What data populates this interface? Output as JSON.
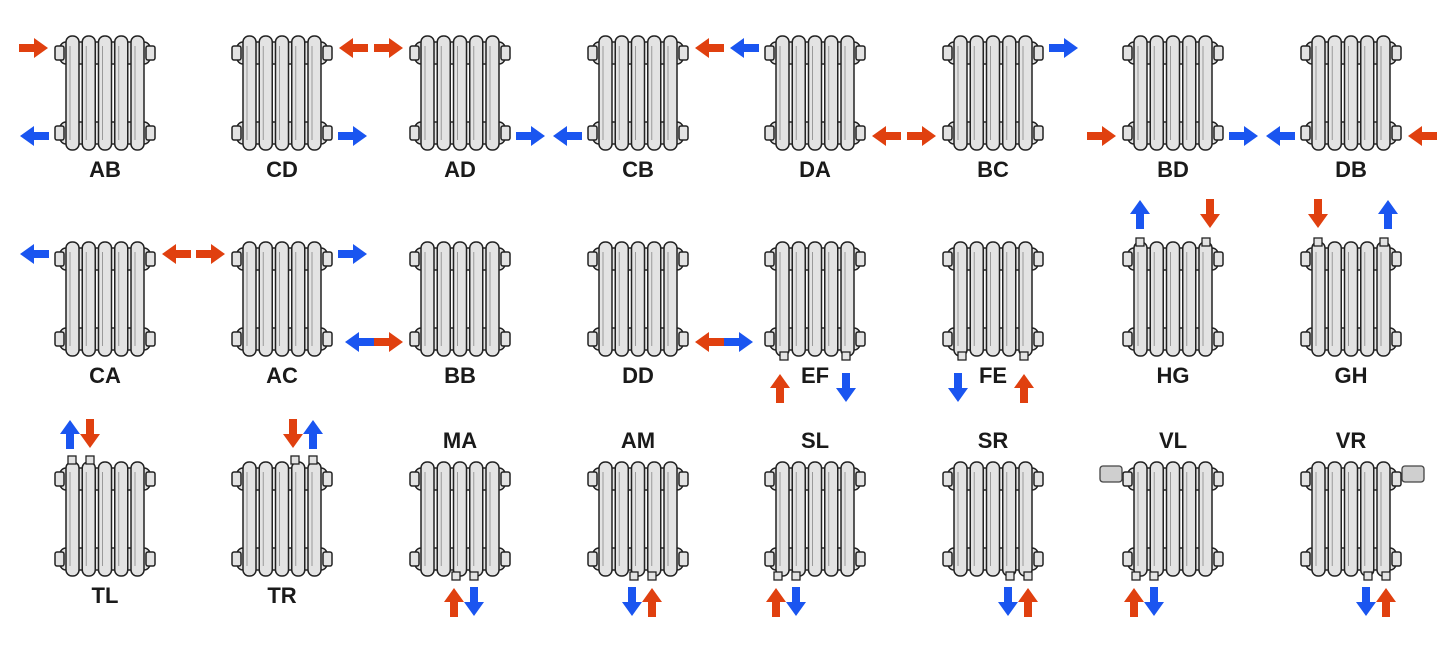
{
  "colors": {
    "flow": "#e0400f",
    "return": "#1a55f0",
    "radiator_fill": "#e3e3e3",
    "radiator_stroke": "#222222",
    "label": "#1a1a1a"
  },
  "cells": [
    {
      "code": "AB",
      "arrows": [
        {
          "corner": "A",
          "kind": "flow"
        },
        {
          "corner": "B",
          "kind": "return"
        }
      ]
    },
    {
      "code": "CD",
      "arrows": [
        {
          "corner": "C",
          "kind": "flow"
        },
        {
          "corner": "D",
          "kind": "return"
        }
      ]
    },
    {
      "code": "AD",
      "arrows": [
        {
          "corner": "A",
          "kind": "flow"
        },
        {
          "corner": "D",
          "kind": "return"
        }
      ]
    },
    {
      "code": "CB",
      "arrows": [
        {
          "corner": "C",
          "kind": "flow"
        },
        {
          "corner": "B",
          "kind": "return"
        }
      ]
    },
    {
      "code": "DA",
      "arrows": [
        {
          "corner": "D",
          "kind": "flow"
        },
        {
          "corner": "A",
          "kind": "return"
        }
      ]
    },
    {
      "code": "BC",
      "arrows": [
        {
          "corner": "B",
          "kind": "flow"
        },
        {
          "corner": "C",
          "kind": "return"
        }
      ]
    },
    {
      "code": "BD",
      "arrows": [
        {
          "corner": "B",
          "kind": "flow"
        },
        {
          "corner": "D",
          "kind": "return"
        }
      ]
    },
    {
      "code": "DB",
      "arrows": [
        {
          "corner": "D",
          "kind": "flow"
        },
        {
          "corner": "B",
          "kind": "return"
        }
      ]
    },
    {
      "code": "CA",
      "arrows": [
        {
          "corner": "C",
          "kind": "flow"
        },
        {
          "corner": "A",
          "kind": "return"
        }
      ]
    },
    {
      "code": "AC",
      "arrows": [
        {
          "corner": "A",
          "kind": "flow"
        },
        {
          "corner": "C",
          "kind": "return"
        }
      ]
    },
    {
      "code": "BB",
      "arrows": [
        {
          "corner": "B",
          "kind": "flow"
        },
        {
          "corner": "B",
          "kind": "return"
        }
      ]
    },
    {
      "code": "DD",
      "arrows": [
        {
          "corner": "D",
          "kind": "flow"
        },
        {
          "corner": "D",
          "kind": "return"
        }
      ]
    },
    {
      "code": "EF",
      "arrows": [
        {
          "corner": "E",
          "kind": "flow"
        },
        {
          "corner": "F",
          "kind": "return"
        }
      ]
    },
    {
      "code": "FE",
      "arrows": [
        {
          "corner": "F",
          "kind": "flow"
        },
        {
          "corner": "E",
          "kind": "return"
        }
      ]
    },
    {
      "code": "HG",
      "arrows": [
        {
          "corner": "H",
          "kind": "flow"
        },
        {
          "corner": "G",
          "kind": "return"
        }
      ]
    },
    {
      "code": "GH",
      "arrows": [
        {
          "corner": "G",
          "kind": "flow"
        },
        {
          "corner": "H",
          "kind": "return"
        }
      ]
    },
    {
      "code": "TL",
      "arrows": [
        {
          "corner": "TL",
          "kind": "return"
        },
        {
          "corner": "TL",
          "kind": "flow"
        }
      ]
    },
    {
      "code": "TR",
      "arrows": [
        {
          "corner": "TR",
          "kind": "flow"
        },
        {
          "corner": "TR",
          "kind": "return"
        }
      ]
    },
    {
      "code": "MA",
      "arrows": [
        {
          "corner": "M",
          "kind": "flow"
        },
        {
          "corner": "M",
          "kind": "return"
        }
      ]
    },
    {
      "code": "AM",
      "arrows": [
        {
          "corner": "M",
          "kind": "return"
        },
        {
          "corner": "M",
          "kind": "flow"
        }
      ]
    },
    {
      "code": "SL",
      "arrows": [
        {
          "corner": "SL",
          "kind": "flow"
        },
        {
          "corner": "SL",
          "kind": "return"
        }
      ]
    },
    {
      "code": "SR",
      "arrows": [
        {
          "corner": "SR",
          "kind": "return"
        },
        {
          "corner": "SR",
          "kind": "flow"
        }
      ]
    },
    {
      "code": "VL",
      "arrows": [
        {
          "corner": "SL",
          "kind": "flow"
        },
        {
          "corner": "SL",
          "kind": "return"
        }
      ],
      "valve": "left"
    },
    {
      "code": "VR",
      "arrows": [
        {
          "corner": "SR",
          "kind": "return"
        },
        {
          "corner": "SR",
          "kind": "flow"
        }
      ],
      "valve": "right"
    }
  ]
}
